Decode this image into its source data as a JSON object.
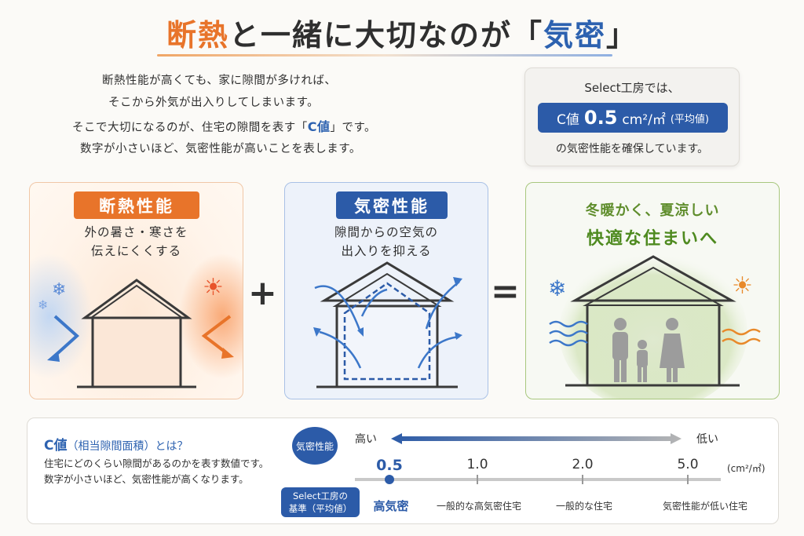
{
  "header": {
    "title_part1": "断熱",
    "title_part2": "と一緒に大切なのが「",
    "title_part3": "気密",
    "title_part4": "」"
  },
  "intro": {
    "line1": "断熱性能が高くても、家に隙間が多ければ、",
    "line2": "そこから外気が出入りしてしまいます。",
    "line3_a": "そこで大切になるのが、住宅の隙間を表す「",
    "line3_c": "C値",
    "line3_b": "」です。",
    "line4": "数字が小さいほど、気密性能が高いことを表します。"
  },
  "select_card": {
    "line1": "Select工房では、",
    "badge_prefix": "C値",
    "badge_value": "0.5",
    "badge_unit": "cm²/㎡",
    "badge_note": "(平均値)",
    "line3": "の気密性能を確保しています。"
  },
  "panels": {
    "insulation": {
      "label": "断熱性能",
      "desc1": "外の暑さ・寒さを",
      "desc2": "伝えにくくする"
    },
    "airtightness": {
      "label": "気密性能",
      "desc1": "隙間からの空気の",
      "desc2": "出入りを抑える"
    },
    "result": {
      "line1": "冬暖かく、夏涼しい",
      "line2": "快適な住まいへ"
    },
    "plus": "+",
    "equals": "="
  },
  "c_value": {
    "heading": "C値",
    "heading_small": "（相当隙間面積）とは？",
    "desc1": "住宅にどのくらい隙間があるのかを表す数値です。",
    "desc2": "数字が小さいほど、気密性能が高くなります。",
    "scale_label": "気密性能",
    "high": "高い",
    "low": "低い",
    "unit": "(cm²/㎡)",
    "ticks": [
      {
        "value": "0.5",
        "name": "高気密"
      },
      {
        "value": "1.0",
        "name": "一般的な高気密住宅"
      },
      {
        "value": "2.0",
        "name": "一般的な住宅"
      },
      {
        "value": "5.0",
        "name": "気密性能が低い住宅"
      }
    ],
    "select_std_line1": "Select工房の",
    "select_std_line2": "基準（平均値）"
  },
  "colors": {
    "orange": "#e8742a",
    "blue": "#2c5ba8",
    "green": "#4e8a1f"
  }
}
